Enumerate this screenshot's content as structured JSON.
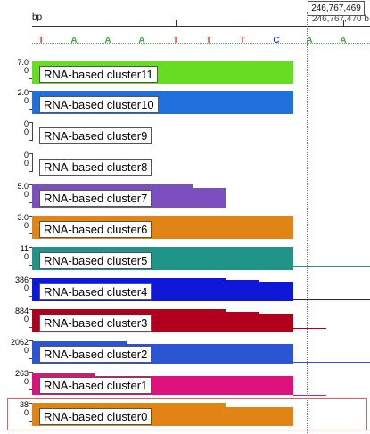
{
  "ruler": {
    "left_label": "bp",
    "right_label": "246,767,470 b",
    "cursor_position": "246,767,469"
  },
  "sequence": [
    {
      "base": "T",
      "color": "#e53935"
    },
    {
      "base": "A",
      "color": "#43a047"
    },
    {
      "base": "A",
      "color": "#43a047"
    },
    {
      "base": "A",
      "color": "#43a047"
    },
    {
      "base": "T",
      "color": "#e53935"
    },
    {
      "base": "T",
      "color": "#e53935"
    },
    {
      "base": "T",
      "color": "#e53935"
    },
    {
      "base": "C",
      "color": "#1e3fd8"
    },
    {
      "base": "A",
      "color": "#43a047"
    },
    {
      "base": "A",
      "color": "#43a047"
    }
  ],
  "tracks": [
    {
      "name": "RNA-based cluster11",
      "max": "7.0",
      "min": "0",
      "color": "#66dd22"
    },
    {
      "name": "RNA-based cluster10",
      "max": "2.0",
      "min": "0",
      "color": "#1f6fdc"
    },
    {
      "name": "RNA-based cluster9",
      "max": "0",
      "min": "0",
      "color": "#888888"
    },
    {
      "name": "RNA-based cluster8",
      "max": "0",
      "min": "0",
      "color": "#888888"
    },
    {
      "name": "RNA-based cluster7",
      "max": "5.0",
      "min": "0",
      "color": "#7b4fbe"
    },
    {
      "name": "RNA-based cluster6",
      "max": "3.0",
      "min": "0",
      "color": "#e08415"
    },
    {
      "name": "RNA-based cluster5",
      "max": "11",
      "min": "0",
      "color": "#1f958a"
    },
    {
      "name": "RNA-based cluster4",
      "max": "386",
      "min": "0",
      "color": "#1018d8"
    },
    {
      "name": "RNA-based cluster3",
      "max": "884",
      "min": "0",
      "color": "#b0001e"
    },
    {
      "name": "RNA-based cluster2",
      "max": "2062",
      "min": "0",
      "color": "#2c55d6"
    },
    {
      "name": "RNA-based cluster1",
      "max": "263",
      "min": "0",
      "color": "#dd127a"
    },
    {
      "name": "RNA-based cluster0",
      "max": "38",
      "min": "0",
      "color": "#e08415"
    }
  ]
}
